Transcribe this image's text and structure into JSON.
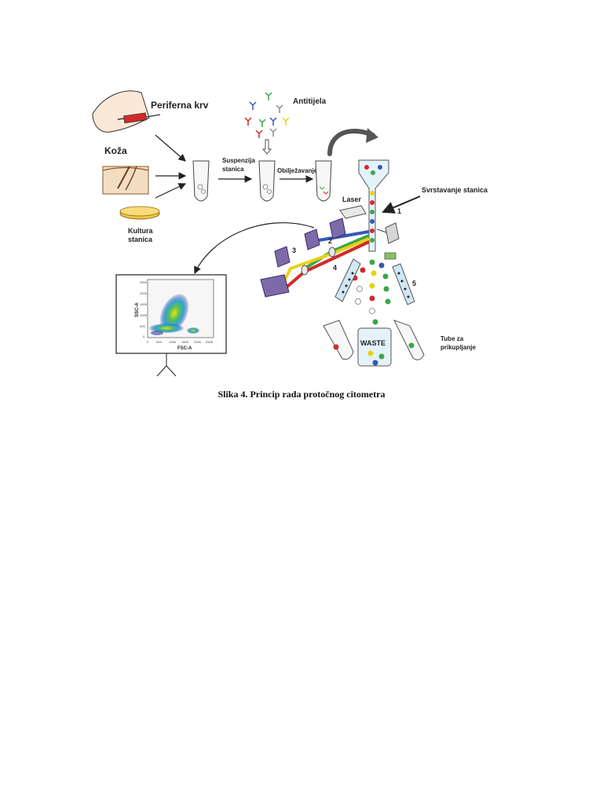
{
  "labels": {
    "periferna_krv": "Periferna krv",
    "antitijela": "Antitijela",
    "koza": "Koža",
    "suspenzija": "Suspenzija",
    "stanica": "stanica",
    "obiljezavanje": "Obilježavanje",
    "kultura": "Kultura",
    "kultura_stanica": "stanica",
    "laser": "Laser",
    "svrstavanje": "Svrstavanje stanica",
    "tube": "Tube za",
    "prikupljanje": "prikupljanje",
    "waste": "WASTE",
    "num1": "1",
    "num2": "2",
    "num3": "3",
    "num4": "4",
    "num5": "5"
  },
  "plot": {
    "ylabel": "SSC-A",
    "xlabel": "FSC-A",
    "yticks": [
      "250K",
      "200K",
      "150K",
      "100K",
      "50K",
      "0"
    ],
    "xticks": [
      "0",
      "50K",
      "100K",
      "150K",
      "200K",
      "250K"
    ]
  },
  "colors": {
    "red": "#d22a2a",
    "green": "#3aa64a",
    "blue": "#3458b8",
    "yellow": "#e7d21a",
    "purple": "#7d6aa8",
    "gray": "#8c8c8c"
  },
  "caption": "Slika 4. Princip rada protočnog citometra"
}
